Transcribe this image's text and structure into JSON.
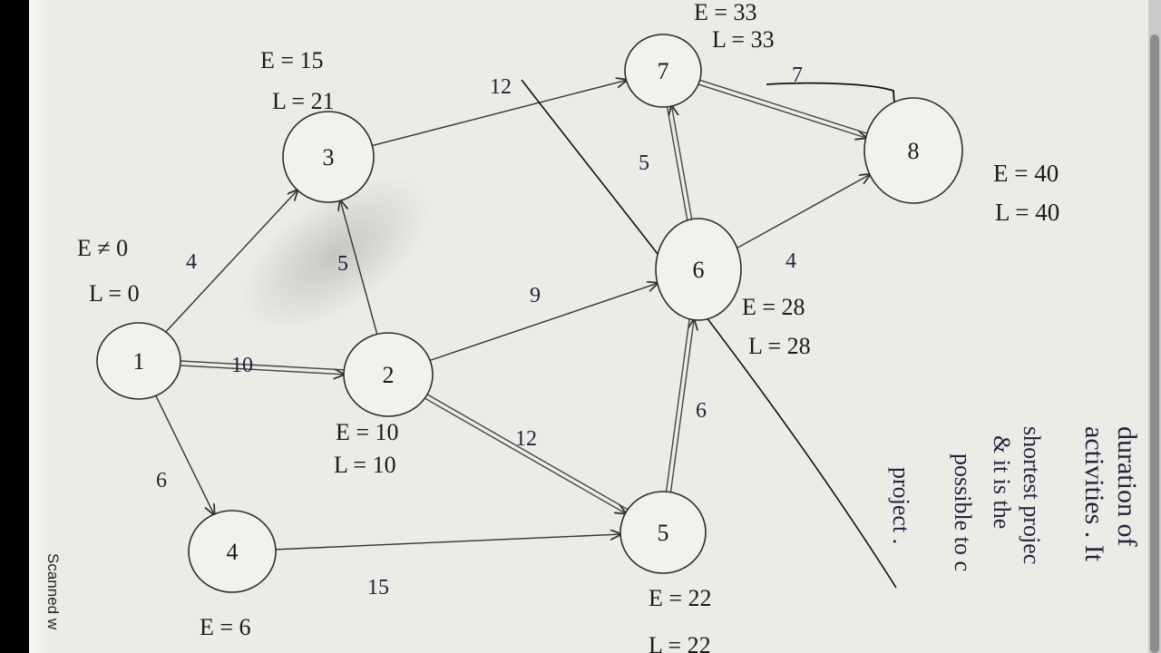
{
  "watermark": "Scanned w",
  "nodes": [
    {
      "id": "1",
      "label": "1",
      "e": "E ≠ 0",
      "l": "L = 0"
    },
    {
      "id": "2",
      "label": "2",
      "e": "E = 10",
      "l": "L = 10"
    },
    {
      "id": "3",
      "label": "3",
      "e": "E = 15",
      "l": "L = 21"
    },
    {
      "id": "4",
      "label": "4",
      "e": "E = 6",
      "l": ""
    },
    {
      "id": "5",
      "label": "5",
      "e": "E = 22",
      "l": "L = 22"
    },
    {
      "id": "6",
      "label": "6",
      "e": "E = 28",
      "l": "L = 28"
    },
    {
      "id": "7",
      "label": "7",
      "e": "E = 33",
      "l": "L = 33"
    },
    {
      "id": "8",
      "label": "8",
      "e": "E = 40",
      "l": "L = 40"
    }
  ],
  "edges": [
    {
      "from": "1",
      "to": "3",
      "weight": "4",
      "critical": false
    },
    {
      "from": "1",
      "to": "2",
      "weight": "10",
      "critical": true
    },
    {
      "from": "1",
      "to": "4",
      "weight": "6",
      "critical": false
    },
    {
      "from": "2",
      "to": "3",
      "weight": "5",
      "critical": false
    },
    {
      "from": "2",
      "to": "6",
      "weight": "9",
      "critical": false
    },
    {
      "from": "2",
      "to": "5",
      "weight": "12",
      "critical": true
    },
    {
      "from": "3",
      "to": "7",
      "weight": "12",
      "critical": false
    },
    {
      "from": "4",
      "to": "5",
      "weight": "15",
      "critical": false
    },
    {
      "from": "5",
      "to": "6",
      "weight": "6",
      "critical": true
    },
    {
      "from": "6",
      "to": "7",
      "weight": "5",
      "critical": true
    },
    {
      "from": "6",
      "to": "8",
      "weight": "4",
      "critical": false
    },
    {
      "from": "7",
      "to": "8",
      "weight": "7",
      "critical": true
    }
  ],
  "margin_note_lines": [
    "duration of",
    "activities . It",
    "shortest projec",
    "& it is the",
    "possible to c",
    "project ."
  ]
}
